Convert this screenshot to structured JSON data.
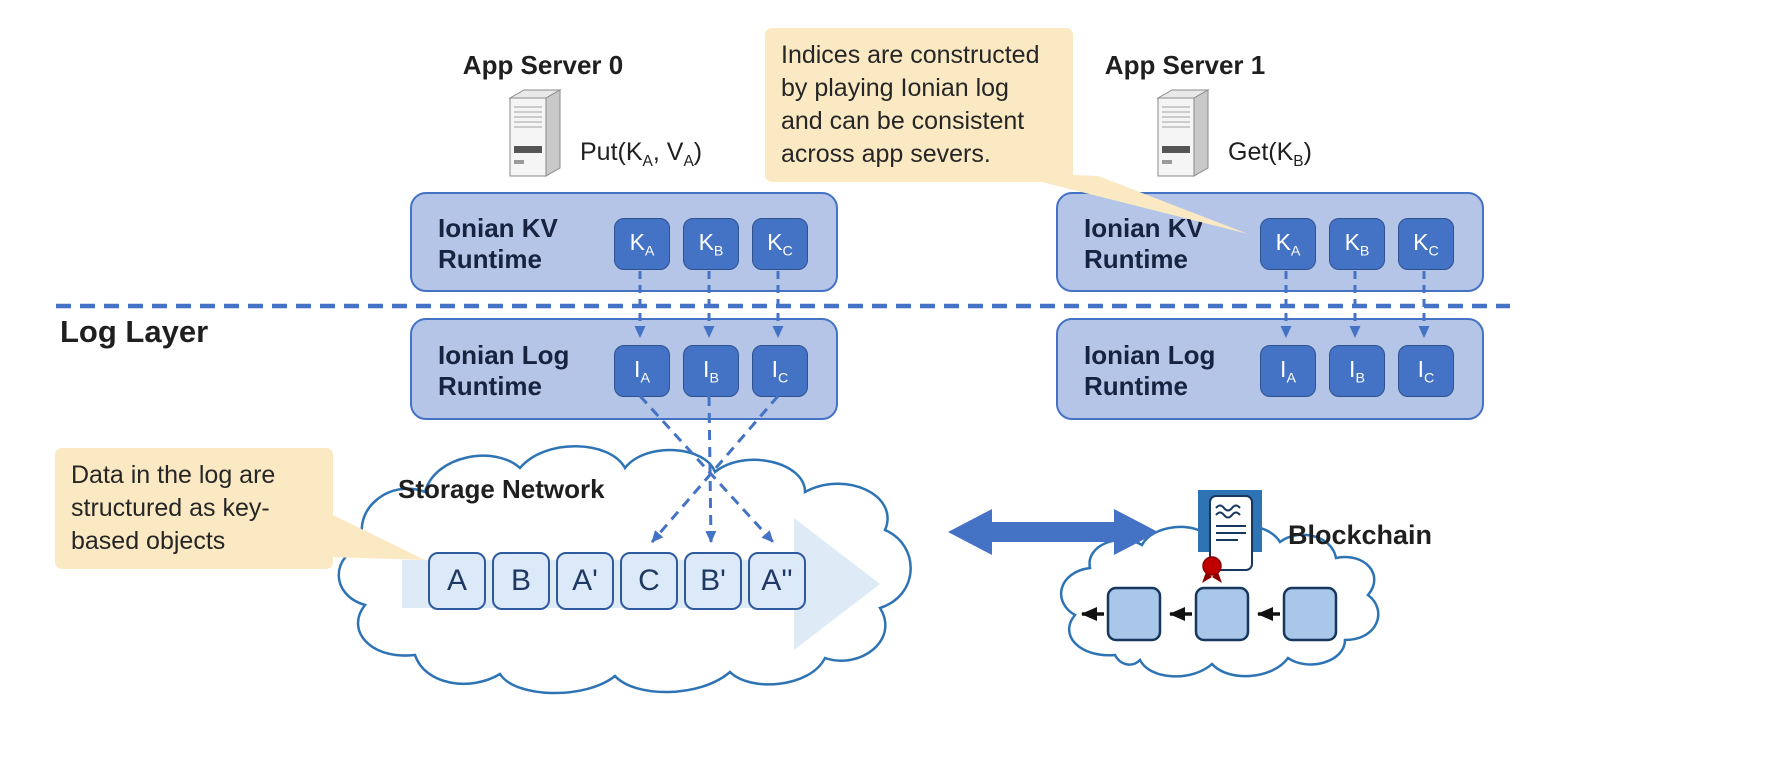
{
  "colors": {
    "accent_blue": "#4472C4",
    "chip_fill": "#4472C4",
    "chip_border": "#2F528F",
    "panel_fill": "#B4C5E7",
    "panel_border": "#4472C4",
    "callout_fill": "#FAE9C3",
    "log_item_fill": "#DCE9F8",
    "log_item_border": "#2E5B9F",
    "cloud_stroke": "#2E74B5",
    "blockchain_icon_blue": "#2E74B5",
    "seal_red": "#C00000"
  },
  "servers": {
    "left": {
      "label": "App Server 0",
      "op_prefix": "Put(K",
      "op_sub1": "A",
      "op_mid": ", V",
      "op_sub2": "A",
      "op_suffix": ")"
    },
    "right": {
      "label": "App Server 1",
      "op_prefix": "Get(K",
      "op_sub1": "B",
      "op_suffix": ")"
    }
  },
  "callouts": {
    "indices": {
      "lines": [
        "Indices are constructed",
        "by playing Ionian log",
        "and can be consistent",
        "across app severs."
      ]
    },
    "log_data": {
      "lines": [
        "Data in the log are",
        "structured as key-",
        "based objects"
      ]
    }
  },
  "log_layer_label": "Log Layer",
  "panels": {
    "kv_title_line1": "Ionian KV",
    "kv_title_line2": "Runtime",
    "log_title_line1": "Ionian Log",
    "log_title_line2": "Runtime",
    "kv_chips": [
      {
        "base": "K",
        "sub": "A"
      },
      {
        "base": "K",
        "sub": "B"
      },
      {
        "base": "K",
        "sub": "C"
      }
    ],
    "log_chips": [
      {
        "base": "I",
        "sub": "A"
      },
      {
        "base": "I",
        "sub": "B"
      },
      {
        "base": "I",
        "sub": "C"
      }
    ]
  },
  "storage": {
    "label": "Storage Network",
    "items": [
      "A",
      "B",
      "A'",
      "C",
      "B'",
      "A''"
    ]
  },
  "blockchain": {
    "label": "Blockchain"
  }
}
